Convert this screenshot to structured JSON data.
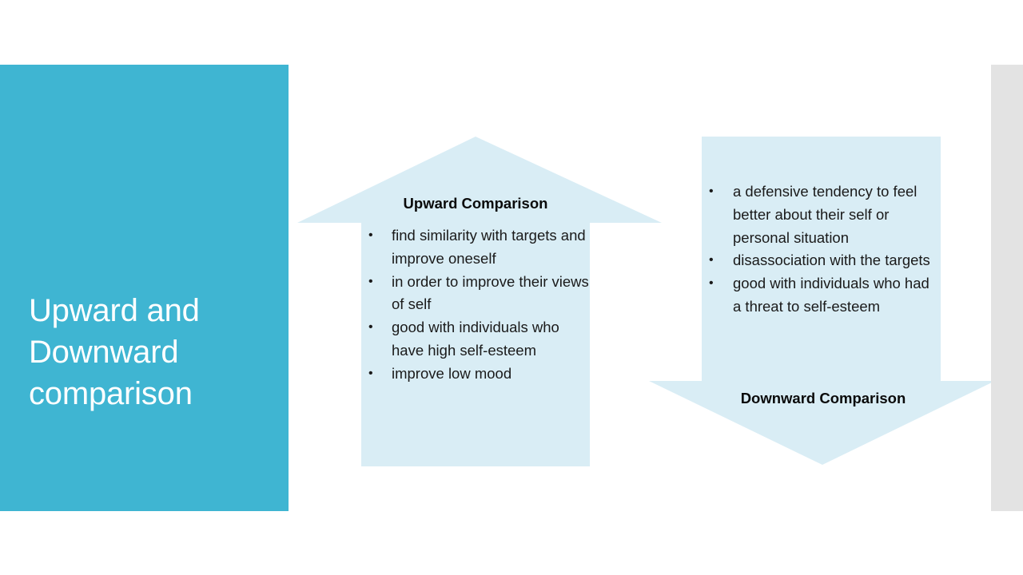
{
  "slide": {
    "title": "Upward and Downward comparison",
    "background_color": "#FFFFFF"
  },
  "theme": {
    "accent_color": "#3FB5D2",
    "arrow_fill": "#D9EDF5",
    "right_strip_color": "#E3E3E3",
    "title_text_color": "#FFFFFF",
    "body_text_color": "#1A1A1A"
  },
  "upward": {
    "heading": "Upward Comparison",
    "arrow_direction": "up",
    "bullets": [
      "find similarity with targets and improve oneself",
      "in order to improve their views of self",
      "good with individuals who have high self-esteem",
      "improve low mood"
    ]
  },
  "downward": {
    "heading": "Downward Comparison",
    "arrow_direction": "down",
    "bullets": [
      "a defensive tendency to feel better about their self or personal situation",
      "disassociation with the targets",
      "good with individuals who had a threat to self-esteem"
    ]
  }
}
